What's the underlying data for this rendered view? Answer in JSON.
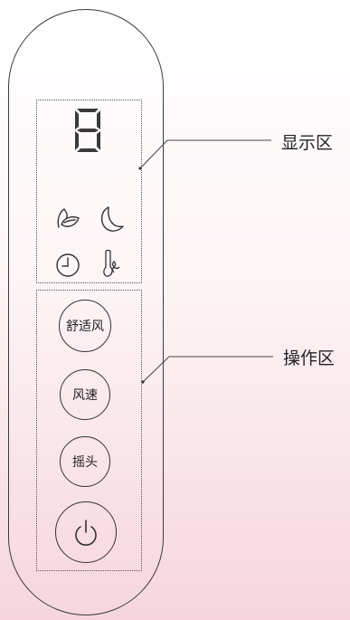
{
  "remote": {
    "display_digit": "8",
    "buttons": {
      "comfort_wind": "舒适风",
      "wind_speed": "风速",
      "oscillate": "摇头"
    }
  },
  "callouts": {
    "display_area": "显示区",
    "control_area": "操作区"
  },
  "icons": {
    "display_icons": [
      "comfort-mode-icon",
      "sleep-moon-icon",
      "timer-clock-icon",
      "thermometer-icon"
    ],
    "power": "power-icon"
  },
  "colors": {
    "outline": "#333333",
    "background_bottom": "#f6d6dc"
  }
}
